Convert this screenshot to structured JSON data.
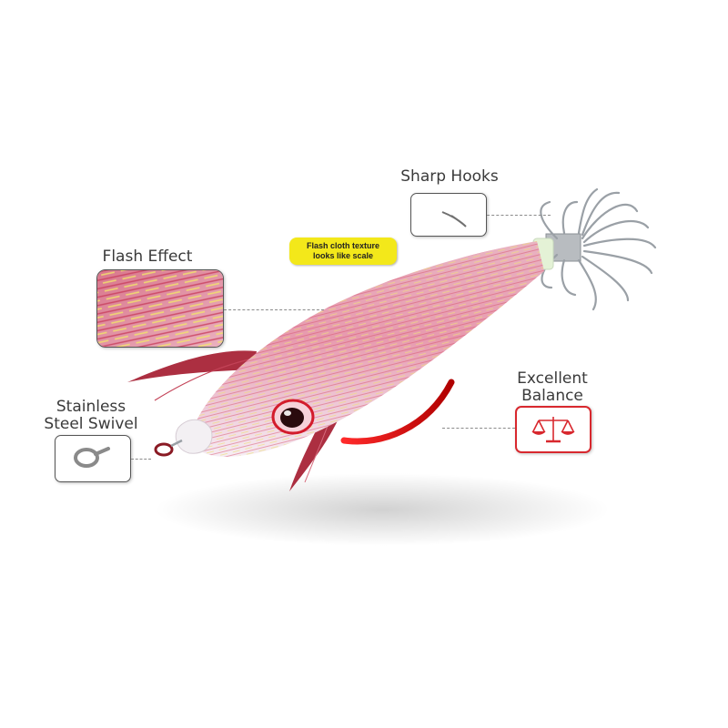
{
  "callouts": {
    "sharp_hooks": "Sharp Hooks",
    "flash_effect": "Flash Effect",
    "stainless_line1": "Stainless",
    "stainless_line2": "Steel Swivel",
    "excellent_line1": "Excellent",
    "excellent_line2": "Balance"
  },
  "tag": {
    "line1": "Flash cloth texture",
    "line2": "looks like scale"
  },
  "colors": {
    "body_pink": "#e6a3b4",
    "accent_red": "#d8282e",
    "tag_yellow": "#f3e81a"
  },
  "icons": [
    "hook-icon",
    "flash-texture-swatch",
    "swivel-icon",
    "balance-scale-icon"
  ]
}
